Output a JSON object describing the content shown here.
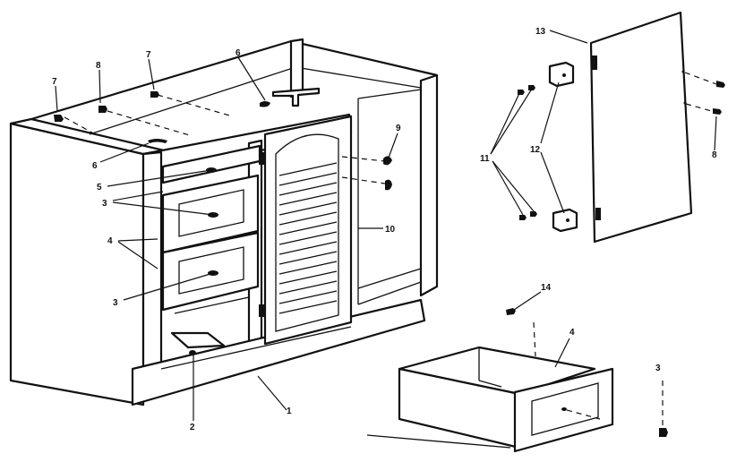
{
  "callouts": {
    "c1": "1",
    "c2": "2",
    "c3a": "3",
    "c3b": "3",
    "c3c": "3",
    "c4a": "4",
    "c4b": "4",
    "c5": "5",
    "c6a": "6",
    "c6b": "6",
    "c7a": "7",
    "c7b": "7",
    "c8a": "8",
    "c8b": "8",
    "c9": "9",
    "c10": "10",
    "c11": "11",
    "c12": "12",
    "c13": "13",
    "c14": "14"
  }
}
